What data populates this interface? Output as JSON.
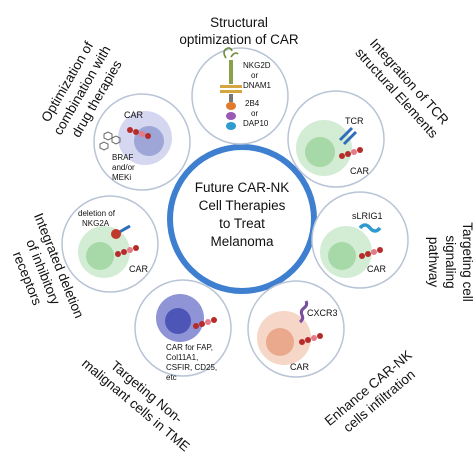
{
  "center": {
    "line1": "Future CAR-NK",
    "line2": "Cell Therapies",
    "line3": "to Treat",
    "line4": "Melanoma",
    "ring_color": "#3f7fd0"
  },
  "colors": {
    "circle_stroke": "#b9c4d6",
    "cell_fill": "#d4d7ef",
    "nucleus_fill": "#9ea6d8",
    "green_cell": "#d3edd4",
    "green_nucleus": "#a7d9a8",
    "car_red": "#b72b2b",
    "car_pink": "#e57b88",
    "tcr_blue": "#2f6ebd",
    "peach_cell": "#f6d6c6"
  },
  "strategies": {
    "structural": {
      "label_line1": "Structural",
      "label_line2": "optimization of CAR",
      "receptors": {
        "a1": "NKG2D",
        "a2": "or",
        "a3": "DNAM1",
        "b1": "2B4",
        "b2": "or",
        "b3": "DAP10"
      }
    },
    "tcr": {
      "label_line1": "Integration of TCR",
      "label_line2": "structural Elements",
      "tcr_label": "TCR",
      "car_label": "CAR"
    },
    "signaling": {
      "label_line1": "Targeting cell",
      "label_line2": "signaling",
      "label_line3": "pathway",
      "target_label": "sLRIG1",
      "car_label": "CAR"
    },
    "infiltration": {
      "label_line1": "Enhance CAR-NK",
      "label_line2": "cells infiltration",
      "chemokine_label": "CXCR3",
      "car_label": "CAR"
    },
    "tme": {
      "label_line1": "Targeting Non-",
      "label_line2": "malignant cells in TME",
      "car_label_line1": "CAR for FAP,",
      "car_label_line2": "Col11A1,",
      "car_label_line3": "CSFIR, CD25,",
      "car_label_line4": "etc"
    },
    "inhibitory": {
      "label_line1": "Integrated deletion",
      "label_line2": "of inhibitory",
      "label_line3": "receptors",
      "deletion_line1": "deletion of",
      "deletion_line2": "NKG2A",
      "car_label": "CAR"
    },
    "combination": {
      "label_line1": "Optimization of",
      "label_line2": "combination with",
      "label_line3": "drug therapies",
      "car_label": "CAR",
      "drug_line1": "BRAF",
      "drug_line2": "and/or",
      "drug_line3": "MEKi"
    }
  }
}
